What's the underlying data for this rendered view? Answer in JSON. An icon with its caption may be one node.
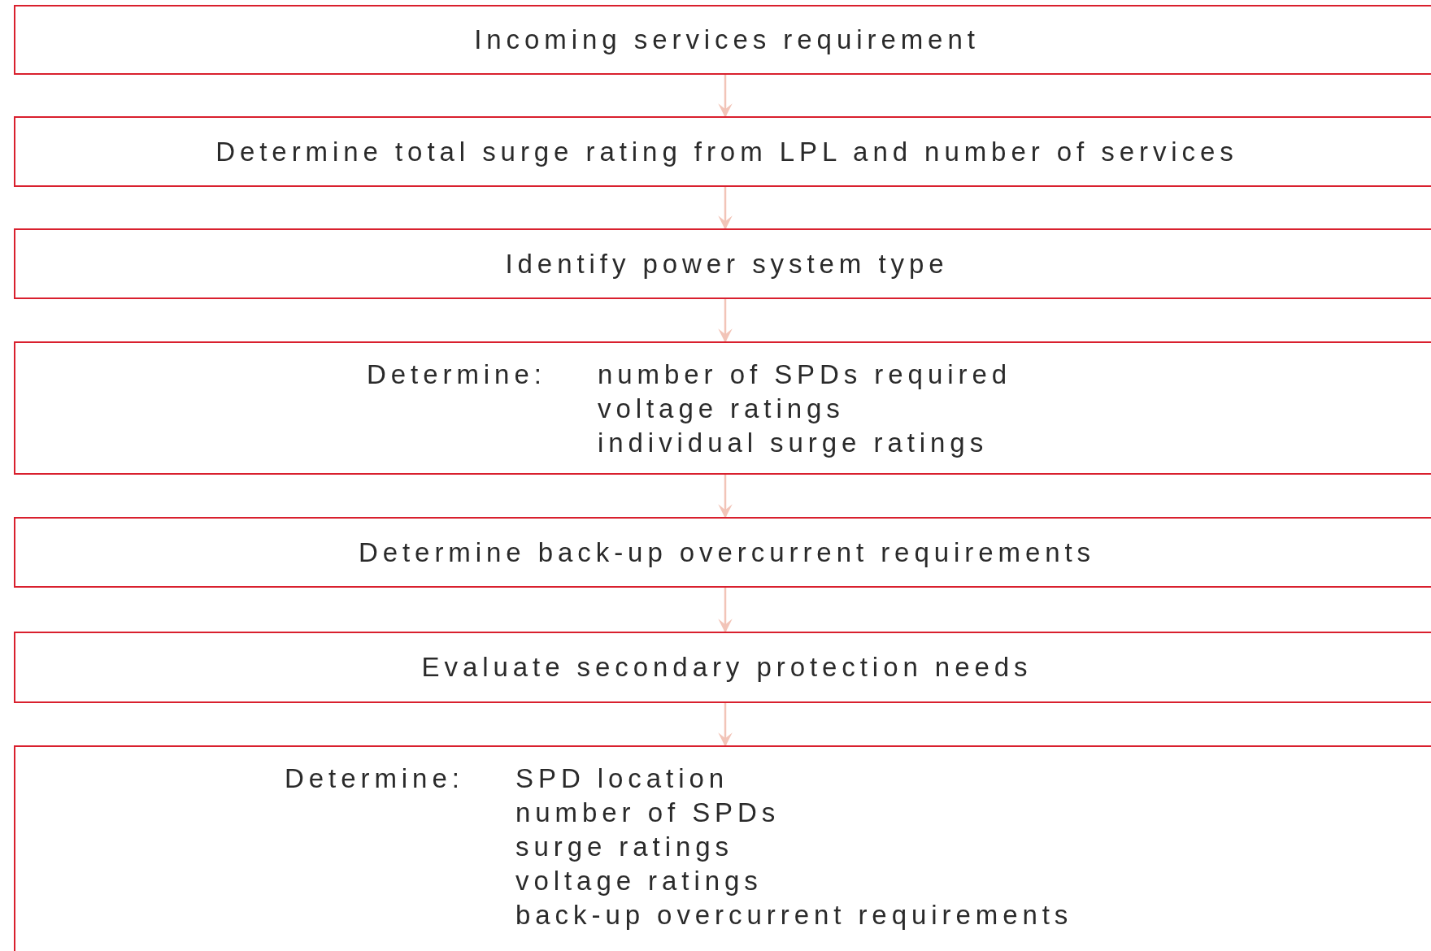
{
  "diagram": {
    "nodes": [
      {
        "text": [
          "Incoming services requirement"
        ]
      },
      {
        "text": [
          "Determine total surge rating from LPL and number of services"
        ]
      },
      {
        "text": [
          "Identify power system type"
        ]
      },
      {
        "text": [
          "Determine:",
          "number of SPDs required",
          "voltage ratings",
          "individual surge ratings"
        ]
      },
      {
        "text": [
          "Determine back-up overcurrent requirements"
        ]
      },
      {
        "text": [
          "Evaluate secondary protection needs"
        ]
      },
      {
        "text": [
          "Determine:",
          "SPD location",
          "number of SPDs",
          "surge ratings",
          "voltage ratings",
          "back-up overcurrent requirements"
        ]
      }
    ],
    "edges": [
      {
        "from": 0,
        "to": 1,
        "arrow": "to"
      },
      {
        "from": 1,
        "to": 2,
        "arrow": "to"
      },
      {
        "from": 2,
        "to": 3,
        "arrow": "to"
      },
      {
        "from": 3,
        "to": 4,
        "arrow": "to"
      },
      {
        "from": 4,
        "to": 5,
        "arrow": "to"
      },
      {
        "from": 5,
        "to": 6,
        "arrow": "to"
      }
    ]
  }
}
